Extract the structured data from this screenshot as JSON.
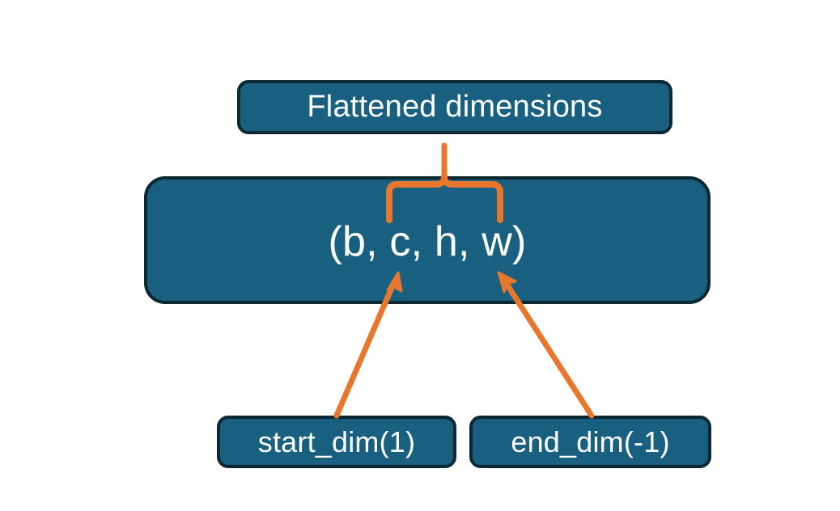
{
  "diagram": {
    "title_node": {
      "id": "flattened-dimensions",
      "label": "Flattened dimensions"
    },
    "tuple_node": {
      "id": "tensor-shape",
      "label": "(b, c, h, w)",
      "dims": [
        "b",
        "c",
        "h",
        "w"
      ]
    },
    "param_nodes": [
      {
        "id": "start-dim",
        "label": "start_dim(1)",
        "argument": "1"
      },
      {
        "id": "end-dim",
        "label": "end_dim(-1)",
        "argument": "-1"
      }
    ],
    "connectors": [
      {
        "id": "brace-flattened-span",
        "type": "curly-brace",
        "from": "tensor-shape-span",
        "to": "flattened-dimensions",
        "spans_dims": [
          "c",
          "h",
          "w"
        ]
      },
      {
        "id": "arrow-start-dim",
        "type": "arrow",
        "from": "start-dim",
        "to": "tensor-shape"
      },
      {
        "id": "arrow-end-dim",
        "type": "arrow",
        "from": "end-dim",
        "to": "tensor-shape"
      }
    ],
    "colors": {
      "node_fill": "#196080",
      "node_border": "#0d2833",
      "node_text": "#ffffff",
      "connector": "#e8762c",
      "background": "#ffffff"
    }
  }
}
